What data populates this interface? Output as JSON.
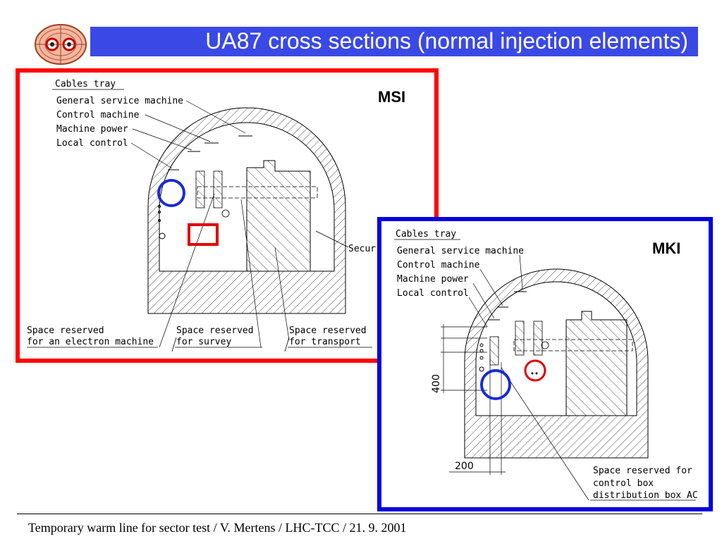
{
  "title": "UA87 cross sections (normal injection elements)",
  "footer": "Temporary warm line for sector test / V. Mertens / LHC-TCC / 21. 9. 2001",
  "colors": {
    "title_bar": "#3a49e6",
    "msi_frame": "#ff0000",
    "mki_frame": "#0000dd",
    "marker_blue": "#1a2ad6",
    "marker_red": "#e00000"
  },
  "icons": {
    "logo": "lhc-beam-logo-icon"
  },
  "msi": {
    "label": "MSI",
    "labels": {
      "cables_tray": "Cables tray",
      "general_service": "General service machine",
      "control_machine": "Control machine",
      "machine_power": "Machine power",
      "local_control": "Local control",
      "security": "Secur",
      "electron_1": "Space reserved",
      "electron_2": "for an electron machine",
      "survey_1": "Space reserved",
      "survey_2": "for survey",
      "transport_1": "Space reserved",
      "transport_2": "for transport"
    }
  },
  "mki": {
    "label": "MKI",
    "labels": {
      "cables_tray": "Cables tray",
      "general_service": "General service machine",
      "control_machine": "Control machine",
      "machine_power": "Machine power",
      "local_control": "Local control",
      "dim_400": "400",
      "dim_200": "200",
      "control_box_1": "Space reserved for",
      "control_box_2": "control box",
      "control_box_3": "distribution box AC"
    }
  }
}
